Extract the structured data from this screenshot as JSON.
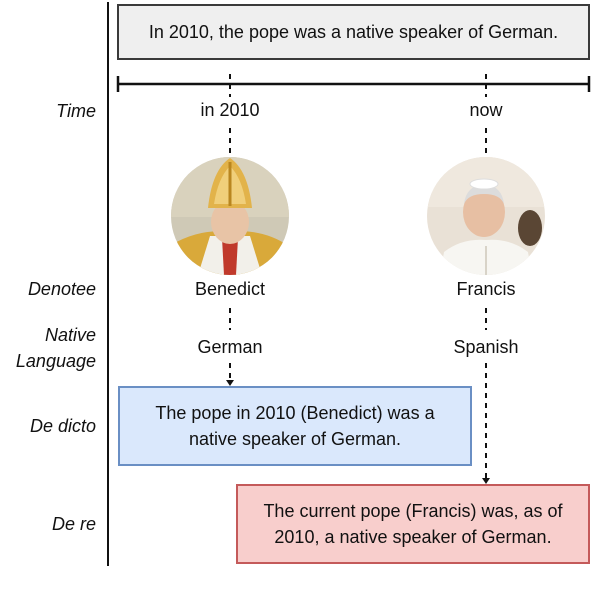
{
  "top_sentence": "In 2010, the pope was a native speaker of German.",
  "row_labels": {
    "time": "Time",
    "denotee": "Denotee",
    "native_language_line1": "Native",
    "native_language_line2": "Language",
    "de_dicto": "De dicto",
    "de_re": "De re"
  },
  "columns": {
    "left": {
      "time": "in 2010",
      "denotee": "Benedict",
      "language": "German"
    },
    "right": {
      "time": "now",
      "denotee": "Francis",
      "language": "Spanish"
    }
  },
  "de_dicto_text": "The pope in 2010 (Benedict) was a native speaker of German.",
  "de_re_text": "The current pope (Francis) was, as of 2010, a native speaker of German.",
  "colors": {
    "de_dicto_fill": "#dae8fc",
    "de_dicto_border": "#6a8fc4",
    "de_re_fill": "#f8cecc",
    "de_re_border": "#c45a5a",
    "header_fill": "#efefef"
  },
  "icons": {
    "left_photo": "benedict-portrait-icon",
    "right_photo": "francis-portrait-icon"
  }
}
